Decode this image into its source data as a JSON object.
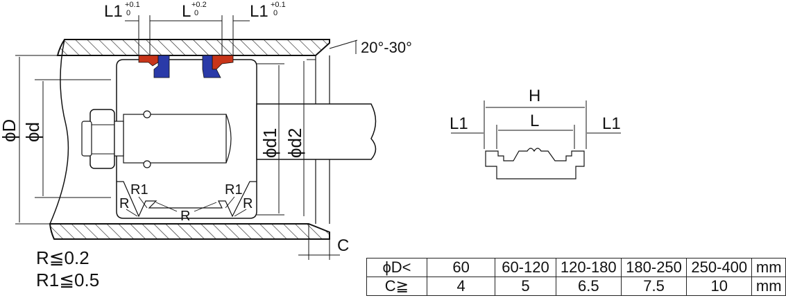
{
  "diagram": {
    "labels": {
      "L1_left": "L1",
      "L1_left_tol_up": "+0.1",
      "L1_left_tol_low": "0",
      "L_top": "L",
      "L_top_tol_up": "+0.2",
      "L_top_tol_low": "0",
      "L1_right": "L1",
      "L1_right_tol_up": "+0.1",
      "L1_right_tol_low": "0",
      "angle": "20°-30°",
      "phiD": "ϕD",
      "phid": "ϕd",
      "phid1": "ϕd1",
      "phid2": "ϕd2",
      "R1_left": "R1",
      "R1_right": "R1",
      "R_left": "R",
      "R_mid": "R",
      "R_right": "R",
      "C": "C"
    },
    "detail": {
      "H": "H",
      "L": "L",
      "L1_left": "L1",
      "L1_right": "L1"
    },
    "colors": {
      "red_seal": "#c8351a",
      "blue_seal": "#2a3aa8"
    }
  },
  "notes": {
    "r_limit": "R≦0.2",
    "r1_limit": "R1≦0.5"
  },
  "table": {
    "row1": [
      "ϕD<",
      "60",
      "60-120",
      "120-180",
      "180-250",
      "250-400",
      "mm"
    ],
    "row2": [
      "C≧",
      "4",
      "5",
      "6.5",
      "7.5",
      "10",
      "mm"
    ]
  }
}
